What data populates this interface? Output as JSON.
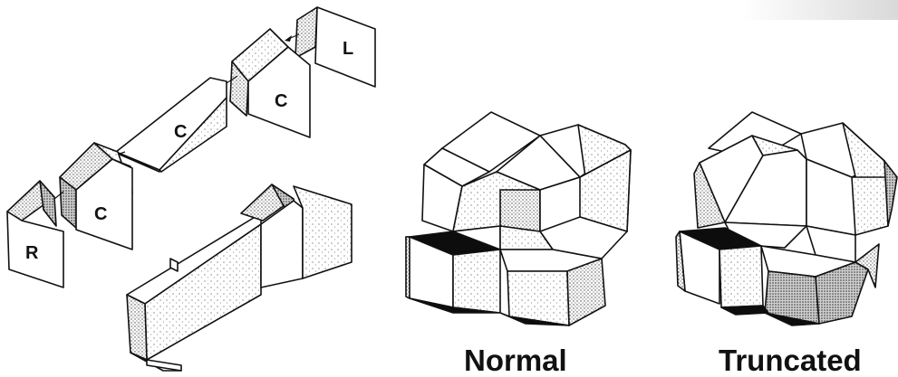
{
  "panel_labels": {
    "l": "L",
    "c1": "C",
    "c2": "C",
    "c3": "C",
    "r": "R"
  },
  "captions": {
    "normal": "Normal",
    "truncated": "Truncated"
  }
}
